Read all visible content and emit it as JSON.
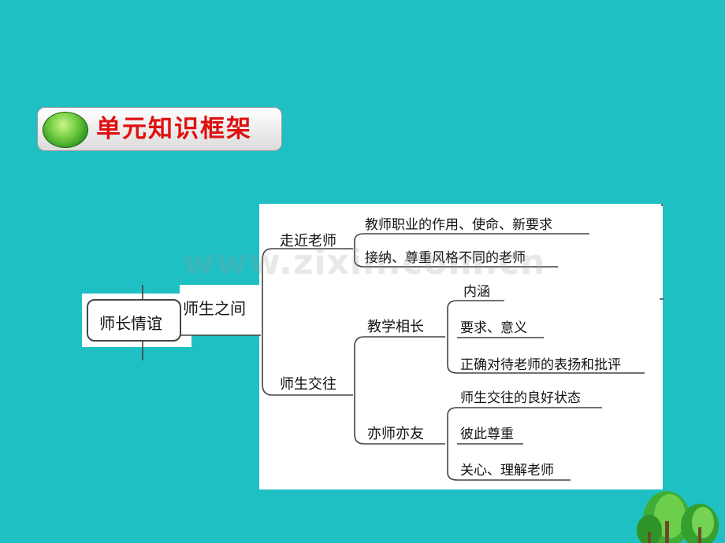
{
  "banner": {
    "title": "单元知识框架"
  },
  "mindmap": {
    "root": "师长情谊",
    "level1": "师生之间",
    "branch_a": {
      "label": "走近老师",
      "items": [
        "教师职业的作用、使命、新要求",
        "接纳、尊重风格不同的老师"
      ]
    },
    "branch_b": {
      "label": "师生交往",
      "sub1": {
        "label": "教学相长",
        "items": [
          "内涵",
          "要求、意义",
          "正确对待老师的表扬和批评"
        ]
      },
      "sub2": {
        "label": "亦师亦友",
        "items": [
          "师生交往的良好状态",
          "彼此尊重",
          "关心、理解老师"
        ]
      }
    }
  },
  "watermark": "www.zixin.com.cn"
}
